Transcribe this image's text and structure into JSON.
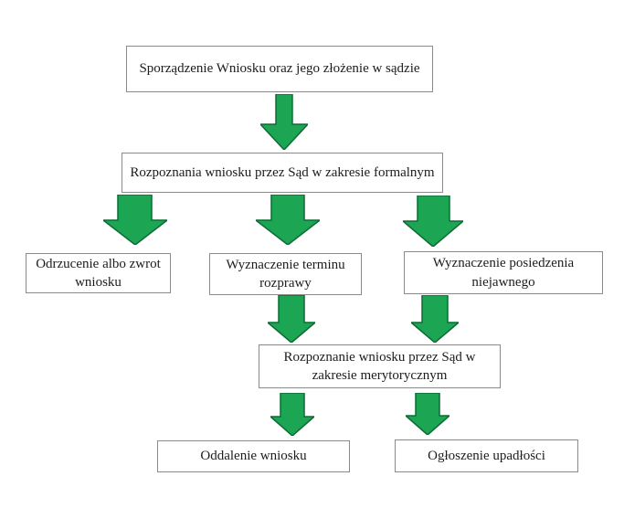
{
  "diagram": {
    "type": "flowchart",
    "language": "pl",
    "nodes": [
      {
        "id": "start",
        "label": "Sporządzenie Wniosku oraz jego złożenie w sądzie"
      },
      {
        "id": "formal-review",
        "label": "Rozpoznania wniosku przez Sąd w zakresie formalnym"
      },
      {
        "id": "rejection",
        "label": "Odrzucenie albo zwrot wniosku"
      },
      {
        "id": "hearing-date",
        "label": "Wyznaczenie terminu rozprawy"
      },
      {
        "id": "closed-session",
        "label": "Wyznaczenie posiedzenia niejawnego"
      },
      {
        "id": "merits-review",
        "label": "Rozpoznanie wniosku przez Sąd w zakresie merytorycznym"
      },
      {
        "id": "dismissal",
        "label": "Oddalenie wniosku"
      },
      {
        "id": "bankruptcy",
        "label": "Ogłoszenie upadłości"
      }
    ],
    "edges": [
      {
        "from": "start",
        "to": "formal-review",
        "icon": "down-arrow-icon"
      },
      {
        "from": "formal-review",
        "to": "rejection",
        "icon": "down-arrow-icon"
      },
      {
        "from": "formal-review",
        "to": "hearing-date",
        "icon": "down-arrow-icon"
      },
      {
        "from": "formal-review",
        "to": "closed-session",
        "icon": "down-arrow-icon"
      },
      {
        "from": "hearing-date",
        "to": "merits-review",
        "icon": "down-arrow-icon"
      },
      {
        "from": "closed-session",
        "to": "merits-review",
        "icon": "down-arrow-icon"
      },
      {
        "from": "merits-review",
        "to": "dismissal",
        "icon": "down-arrow-icon"
      },
      {
        "from": "merits-review",
        "to": "bankruptcy",
        "icon": "down-arrow-icon"
      }
    ]
  },
  "colors": {
    "background": "#ffffff",
    "box_border": "#8a8a8a",
    "text": "#1c1c1c",
    "arrow_fill": "#1ca553",
    "arrow_stroke": "#0e6b35"
  }
}
